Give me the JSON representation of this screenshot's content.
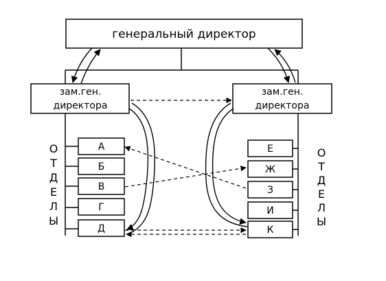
{
  "diagram": {
    "director": {
      "label": "генеральный директор"
    },
    "deputy_left": {
      "line1": "зам.ген.",
      "line2": "директора"
    },
    "deputy_right": {
      "line1": "зам.ген.",
      "line2": "директора"
    },
    "left_departments_label": "ОТДЕЛЫ",
    "right_departments_label": "ОТДЕЛЫ",
    "left_departments": [
      "А",
      "Б",
      "В",
      "Г",
      "Д"
    ],
    "right_departments": [
      "Е",
      "Ж",
      "З",
      "И",
      "К"
    ],
    "colors": {
      "stroke": "#000000",
      "background": "#ffffff"
    }
  }
}
